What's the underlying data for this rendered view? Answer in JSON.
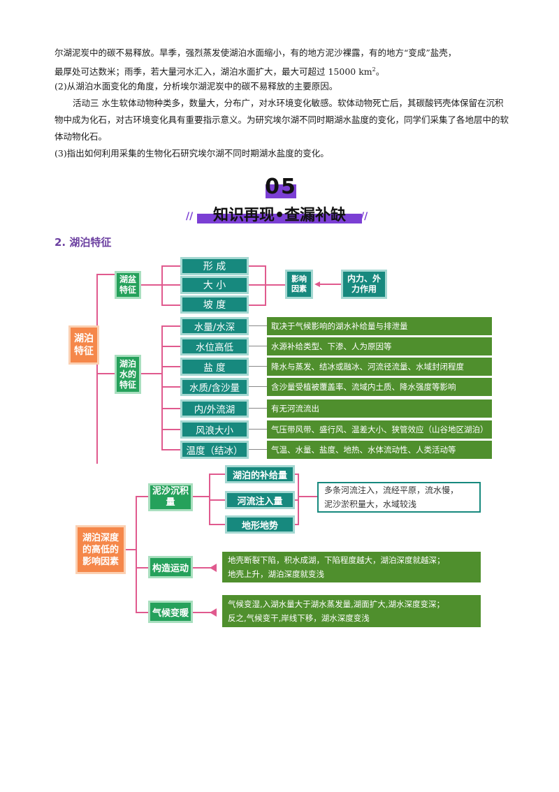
{
  "text": {
    "line1": "尔湖泥炭中的碳不易释放。旱季，强烈蒸发使湖泊水面缩小，有的地方泥沙裸露，有的地方“变成”盐壳，",
    "line2a": "最厚处可达数米；雨季，若大量河水汇入，湖泊水面扩大，最大可超过 15000 km",
    "line2sup": "2",
    "line2b": "。",
    "q2": "(2)从湖泊水面变化的角度，分析埃尔湖泥炭中的碳不易释放的主要原因。",
    "act3": "活动三  水生软体动物种类多，数量大，分布广，对水环境变化敏感。软体动物死亡后，其碳酸钙壳体保留在沉积物中成为化石，对古环境变化具有重要指示意义。为研究埃尔湖不同时期湖水盐度的变化，同学们采集了各地层中的软体动物化石。",
    "q3": "(3)指出如何利用采集的生物化石研究埃尔湖不同时期湖水盐度的变化。"
  },
  "header": {
    "number": "05",
    "title": "知识再现•查漏补缺",
    "slash": "//"
  },
  "section": {
    "title": "2. 湖泊特征"
  },
  "map1": {
    "root": "湖泊\n特征",
    "basin": {
      "label": "湖盆\n特征",
      "items": [
        "形 成",
        "大 小",
        "坡 度"
      ]
    },
    "factor": "影响\n因素",
    "force": "内力、外\n力作用",
    "water": {
      "label": "湖泊\n水的\n特征",
      "items": [
        {
          "name": "水量/水深",
          "desc": "取决于气候影响的湖水补给量与排泄量"
        },
        {
          "name": "水位高低",
          "desc": "水源补给类型、下渗、人为原因等"
        },
        {
          "name": "盐 度",
          "desc": "降水与蒸发、结冰或融冰、河流径流量、水域封闭程度"
        },
        {
          "name": "水质/含沙量",
          "desc": "含沙量受植被覆盖率、流域内土质、降水强度等影响"
        },
        {
          "name": "内/外流湖",
          "desc": "有无河流流出"
        },
        {
          "name": "风浪大小",
          "desc": "气压带风带、盛行风、温差大小、狭管效应（山谷地区湖泊）"
        },
        {
          "name": "温度（结冰）",
          "desc": "气温、水量、盐度、地热、水体流动性、人类活动等"
        }
      ]
    }
  },
  "map2": {
    "root": "湖泊深度\n的高低的\n影响因素",
    "sediment": {
      "label": "泥沙沉积\n量",
      "items": [
        "湖泊的补给量",
        "河流注入量",
        "地形地势"
      ],
      "note": "多条河流注入，流经平原，流水慢，\n泥沙淤积量大，水域较浅"
    },
    "tectonic": {
      "label": "构造运动",
      "desc": "地壳断裂下陷，积水成湖，下陷程度越大，湖泊深度就越深；\n地壳上升，湖泊深度就变浅"
    },
    "climate": {
      "label": "气候变暖",
      "desc": "气候变湿,入湖水量大于湖水蒸发量,湖面扩大,湖水深度变深；\n反之,气候变干,岸线下移，湖水深度变浅"
    }
  },
  "colors": {
    "orange": "#f5874a",
    "green": "#25a15b",
    "teal": "#17897e",
    "olive": "#4f8f2d",
    "purple": "#7b3fd4",
    "line": "#e05a8e"
  }
}
